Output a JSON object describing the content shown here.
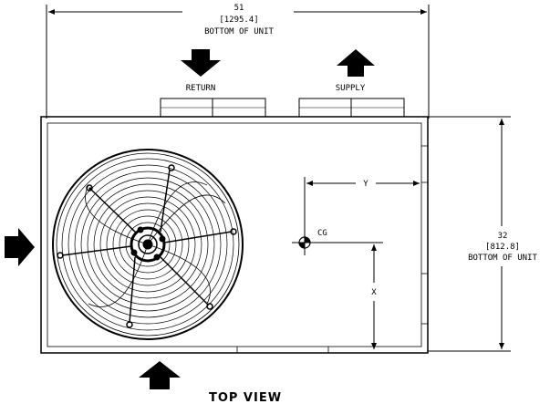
{
  "width_dim": {
    "value": "51",
    "metric": "[1295.4]",
    "note": "BOTTOM OF UNIT"
  },
  "height_dim": {
    "value": "32",
    "metric": "[812.8]",
    "note": "BOTTOM OF UNIT"
  },
  "labels": {
    "return": "RETURN",
    "supply": "SUPPLY",
    "cg": "CG",
    "x": "X",
    "y": "Y"
  },
  "view_title": "TOP VIEW"
}
